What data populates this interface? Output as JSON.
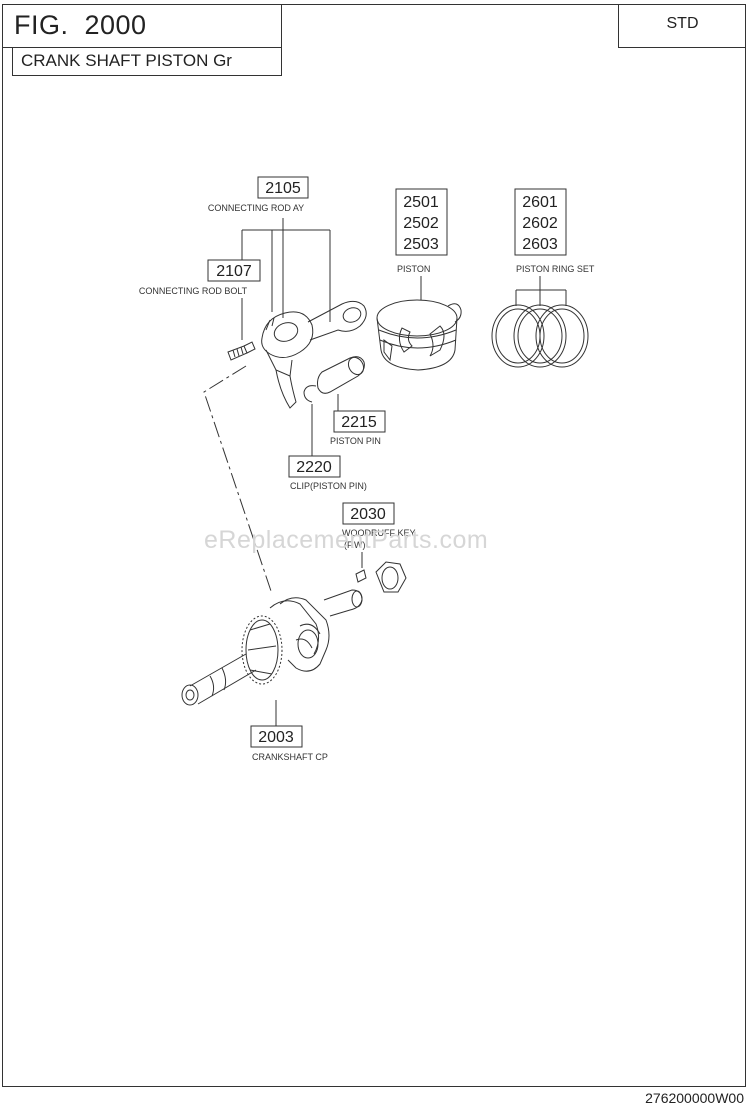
{
  "header": {
    "fig_title": "FIG.  2000",
    "subtitle": "CRANK SHAFT PISTON Gr",
    "variant": "STD"
  },
  "parts": {
    "p2105": {
      "numbers": [
        "2105"
      ],
      "caption": "CONNECTING ROD AY"
    },
    "p2107": {
      "numbers": [
        "2107"
      ],
      "caption": "CONNECTING ROD BOLT"
    },
    "p2501": {
      "numbers": [
        "2501",
        "2502",
        "2503"
      ],
      "caption": "PISTON"
    },
    "p2601": {
      "numbers": [
        "2601",
        "2602",
        "2603"
      ],
      "caption": "PISTON RING SET"
    },
    "p2215": {
      "numbers": [
        "2215"
      ],
      "caption": "PISTON PIN"
    },
    "p2220": {
      "numbers": [
        "2220"
      ],
      "caption": "CLIP(PISTON PIN)"
    },
    "p2030": {
      "numbers": [
        "2030"
      ],
      "caption": "WOODRUFF KEY",
      "caption2": "(F.W)"
    },
    "p2003": {
      "numbers": [
        "2003"
      ],
      "caption": "CRANKSHAFT CP"
    }
  },
  "watermark": "eReplacementParts.com",
  "footer": {
    "doc_id": "276200000W00"
  },
  "colors": {
    "line": "#333333",
    "watermark": "#d6d6d6"
  }
}
